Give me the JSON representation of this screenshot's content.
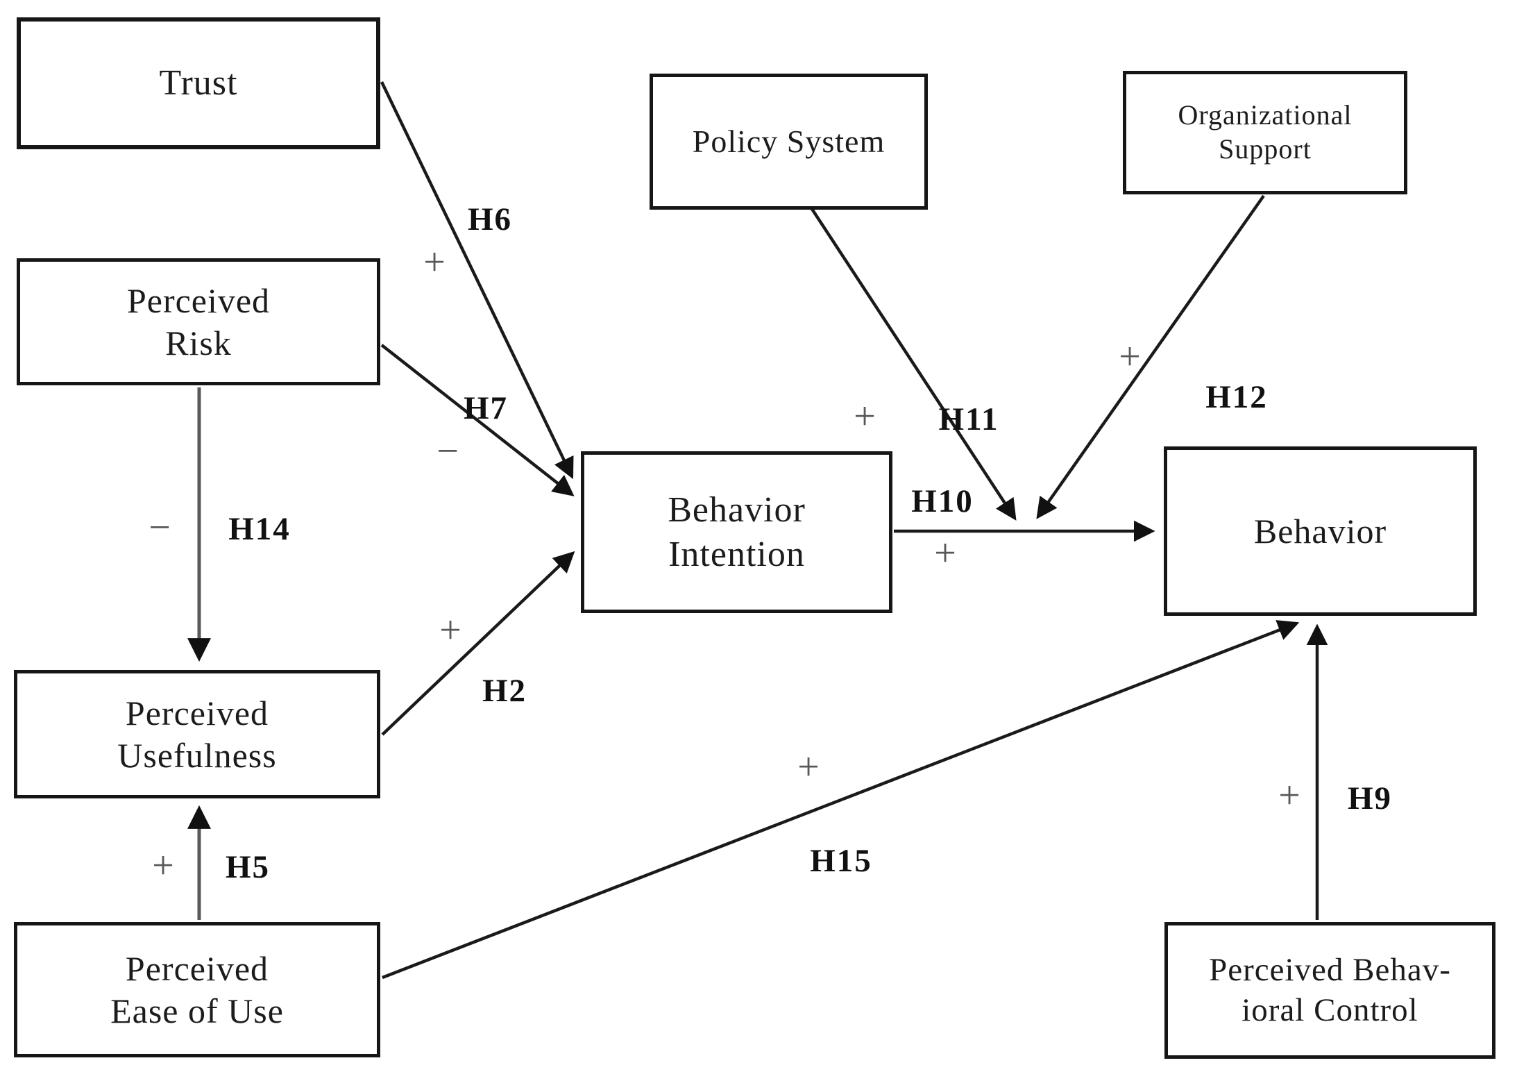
{
  "nodes": {
    "trust": {
      "label": "Trust"
    },
    "perceived_risk": {
      "label": "Perceived\nRisk"
    },
    "perceived_usefulness": {
      "label": "Perceived\nUsefulness"
    },
    "perceived_ease_of_use": {
      "label": "Perceived\nEase of Use"
    },
    "policy_system": {
      "label": "Policy System"
    },
    "organizational_support": {
      "label": "Organizational\nSupport"
    },
    "behavior_intention": {
      "label": "Behavior\nIntention"
    },
    "behavior": {
      "label": "Behavior"
    },
    "perceived_behavioral_control": {
      "label": "Perceived Behav-\nioral Control"
    }
  },
  "edges": [
    {
      "id": "H6",
      "sign": "+",
      "from": "trust",
      "to": "behavior_intention"
    },
    {
      "id": "H7",
      "sign": "−",
      "from": "perceived_risk",
      "to": "behavior_intention"
    },
    {
      "id": "H14",
      "sign": "−",
      "from": "perceived_risk",
      "to": "perceived_usefulness"
    },
    {
      "id": "H2",
      "sign": "+",
      "from": "perceived_usefulness",
      "to": "behavior_intention"
    },
    {
      "id": "H5",
      "sign": "+",
      "from": "perceived_ease_of_use",
      "to": "perceived_usefulness"
    },
    {
      "id": "H15",
      "sign": "+",
      "from": "perceived_ease_of_use",
      "to": "behavior"
    },
    {
      "id": "H10",
      "sign": "+",
      "from": "behavior_intention",
      "to": "behavior"
    },
    {
      "id": "H11",
      "sign": "+",
      "from": "policy_system",
      "to": "behavior_intention_behavior_link"
    },
    {
      "id": "H12",
      "sign": "+",
      "from": "organizational_support",
      "to": "behavior_intention_behavior_link"
    },
    {
      "id": "H9",
      "sign": "+",
      "from": "perceived_behavioral_control",
      "to": "behavior"
    }
  ],
  "colors": {
    "background": "#ffffff",
    "line": "#1a1a1a",
    "gray_line": "#5a5a5a",
    "label": "#111111",
    "sign": "#585858"
  }
}
